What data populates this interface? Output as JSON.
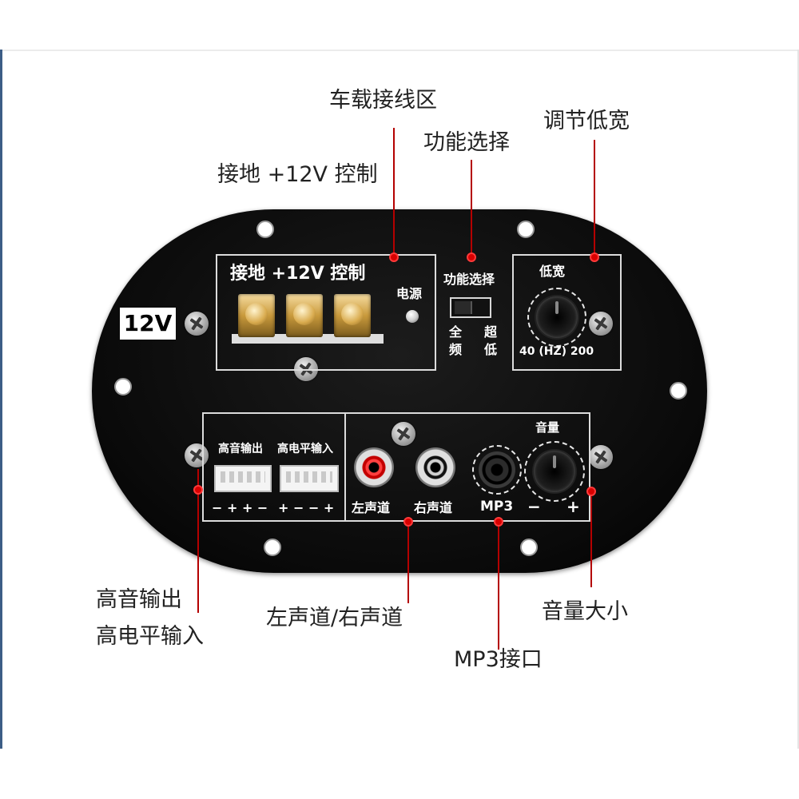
{
  "callouts": {
    "wiring_zone": "车载接线区",
    "ground_power_control": "接地 +12V 控制",
    "function_select": "功能选择",
    "bass_width_adjust": "调节低宽",
    "tweeter_out": "高音输出",
    "high_level_in": "高电平输入",
    "left_right_channel": "左声道/右声道",
    "mp3_port": "MP3接口",
    "volume_size": "音量大小"
  },
  "board": {
    "voltage_badge": "12V",
    "terminal_header": "接地 +12V 控制",
    "power_label": "电源",
    "function_switch_label": "功能选择",
    "full_range_char1": "全",
    "full_range_char2": "频",
    "sub_bass_char1": "超",
    "sub_bass_char2": "低",
    "bass_width_label": "低宽",
    "freq_range": "40 (HZ) 200",
    "tweeter_out_label": "高音输出",
    "high_level_in_label": "高电平输入",
    "tweeter_polarity": "− + + −",
    "high_level_polarity": "+ − − +",
    "left_channel": "左声道",
    "right_channel": "右声道",
    "mp3": "MP3",
    "volume_label": "音量",
    "volume_minus": "−",
    "volume_plus": "+"
  },
  "colors": {
    "board": "#0a0a0a",
    "leader_line": "#b40000",
    "leader_dot": "#d80000",
    "frame_accent": "#3c5d86"
  }
}
